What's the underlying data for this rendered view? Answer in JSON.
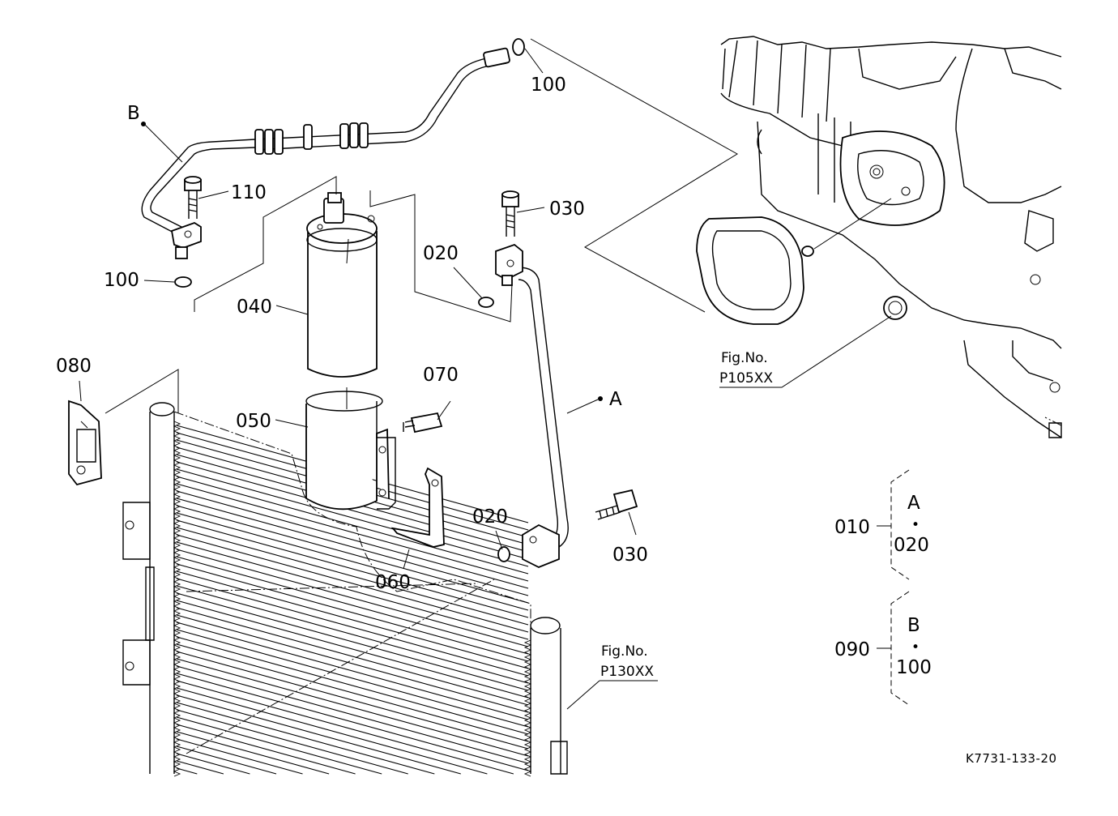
{
  "diagram": {
    "labels": {
      "p100_top": "100",
      "p100_left": "100",
      "p110": "110",
      "p030_top": "030",
      "p030_bottom": "030",
      "p020_top": "020",
      "p020_bottom": "020",
      "p040": "040",
      "p050": "050",
      "p060": "060",
      "p070": "070",
      "p080": "080",
      "ref_A": "A",
      "ref_B": "B"
    },
    "fig_refs": [
      {
        "title": "Fig.No.",
        "code": "P105XX"
      },
      {
        "title": "Fig.No.",
        "code": "P130XX"
      }
    ],
    "kits": [
      {
        "part": "010",
        "top": "A",
        "bottom": "020"
      },
      {
        "part": "090",
        "top": "B",
        "bottom": "100"
      }
    ],
    "kit_separator": "•",
    "drawing_code": "K7731-133-20"
  }
}
